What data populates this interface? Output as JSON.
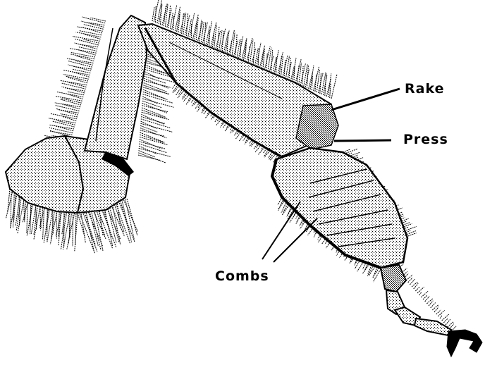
{
  "labels": {
    "rake": "Rake",
    "press": "Press",
    "combs": "Combs"
  },
  "colors": {
    "ink": "#000000",
    "background": "#ffffff"
  }
}
